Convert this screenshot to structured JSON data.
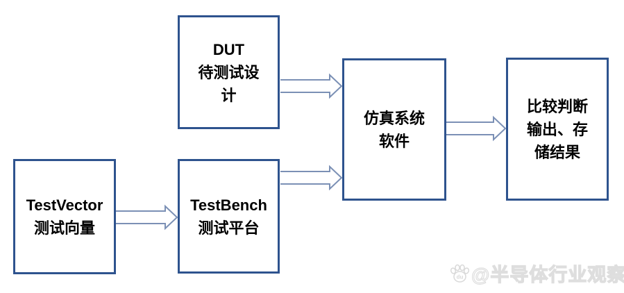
{
  "colors": {
    "box_border": "#2e538e",
    "arrow_outline": "#7b90b5",
    "node_text": "#000000",
    "watermark_outline": "#dedede",
    "background": "#ffffff"
  },
  "nodes": {
    "dut": {
      "label_lines": [
        "DUT",
        "待测试设",
        "计"
      ]
    },
    "test_vector": {
      "label_lines": [
        "TestVector",
        "测试向量"
      ]
    },
    "test_bench": {
      "label_lines": [
        "TestBench",
        "测试平台"
      ]
    },
    "simulator": {
      "label_lines": [
        "仿真系统",
        "软件"
      ]
    },
    "compare_store": {
      "label_lines": [
        "比较判断",
        "输出、存",
        "储结果"
      ]
    }
  },
  "edges": [
    {
      "from": "dut",
      "to": "simulator"
    },
    {
      "from": "test_vector",
      "to": "test_bench"
    },
    {
      "from": "test_bench",
      "to": "simulator"
    },
    {
      "from": "simulator",
      "to": "compare_store"
    }
  ],
  "watermark": {
    "icon": "baidu-paw-icon",
    "icon_text": "du",
    "text": "@半导体行业观察_"
  }
}
